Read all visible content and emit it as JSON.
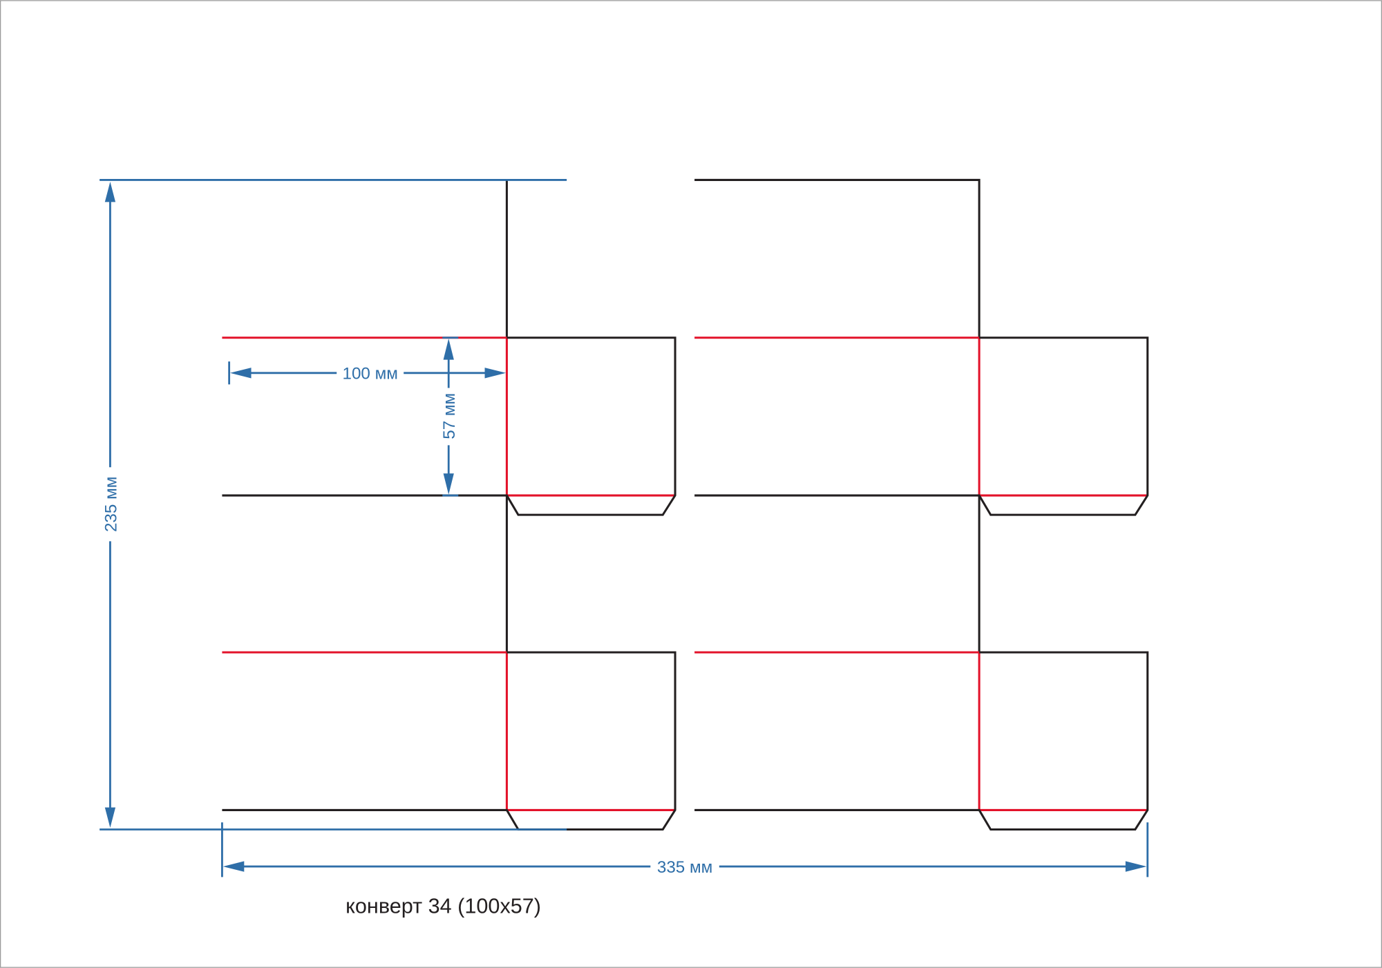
{
  "diagram": {
    "title": "конверт 34 (100x57)",
    "dimensions": {
      "width_label": "100 мм",
      "height_label": "57 мм",
      "total_height_label": "235 мм",
      "total_width_label": "335 мм"
    },
    "colors": {
      "cut_line": "#231f20",
      "fold_line": "#e3122a",
      "dimension": "#2e6ea8"
    }
  }
}
